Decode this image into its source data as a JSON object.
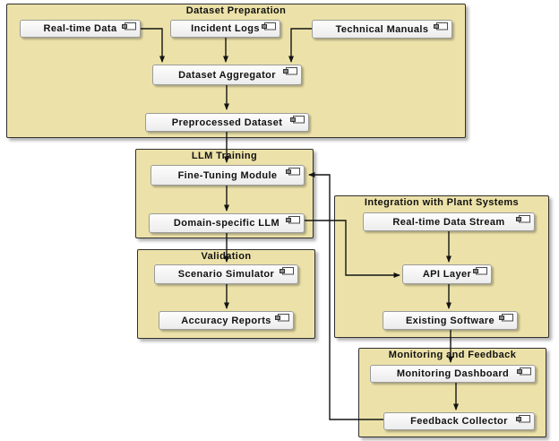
{
  "diagram_type": "component-flow-diagram",
  "groups": {
    "dataset_preparation": {
      "title": "Dataset Preparation"
    },
    "llm_training": {
      "title": "LLM Training"
    },
    "validation": {
      "title": "Validation"
    },
    "integration_with_plant_systems": {
      "title": "Integration with Plant Systems"
    },
    "monitoring_and_feedback": {
      "title": "Monitoring and Feedback"
    }
  },
  "nodes": {
    "real_time_data": {
      "label": "Real-time Data"
    },
    "incident_logs": {
      "label": "Incident Logs"
    },
    "technical_manuals": {
      "label": "Technical Manuals"
    },
    "dataset_aggregator": {
      "label": "Dataset Aggregator"
    },
    "preprocessed_dataset": {
      "label": "Preprocessed Dataset"
    },
    "fine_tuning_module": {
      "label": "Fine-Tuning Module"
    },
    "domain_specific_llm": {
      "label": "Domain-specific LLM"
    },
    "scenario_simulator": {
      "label": "Scenario Simulator"
    },
    "accuracy_reports": {
      "label": "Accuracy Reports"
    },
    "real_time_data_stream": {
      "label": "Real-time Data Stream"
    },
    "api_layer": {
      "label": "API Layer"
    },
    "existing_software": {
      "label": "Existing Software"
    },
    "monitoring_dashboard": {
      "label": "Monitoring Dashboard"
    },
    "feedback_collector": {
      "label": "Feedback Collector"
    }
  },
  "edges": [
    {
      "from": "Real-time Data",
      "to": "Dataset Aggregator"
    },
    {
      "from": "Incident Logs",
      "to": "Dataset Aggregator"
    },
    {
      "from": "Technical Manuals",
      "to": "Dataset Aggregator"
    },
    {
      "from": "Dataset Aggregator",
      "to": "Preprocessed Dataset"
    },
    {
      "from": "Preprocessed Dataset",
      "to": "Fine-Tuning Module"
    },
    {
      "from": "Fine-Tuning Module",
      "to": "Domain-specific LLM"
    },
    {
      "from": "Domain-specific LLM",
      "to": "Scenario Simulator"
    },
    {
      "from": "Scenario Simulator",
      "to": "Accuracy Reports"
    },
    {
      "from": "Domain-specific LLM",
      "to": "API Layer"
    },
    {
      "from": "Real-time Data Stream",
      "to": "API Layer"
    },
    {
      "from": "API Layer",
      "to": "Existing Software"
    },
    {
      "from": "Existing Software",
      "to": "Monitoring Dashboard"
    },
    {
      "from": "Monitoring Dashboard",
      "to": "Feedback Collector"
    },
    {
      "from": "Feedback Collector",
      "to": "Fine-Tuning Module"
    }
  ],
  "icons": {
    "component_icon": "component-icon"
  },
  "colors": {
    "background": "#ffffff",
    "group_fill": "#ece2a9",
    "group_border": "#2f2f2f",
    "node_fill": "#f7f7f7",
    "node_border": "#9b9b9b",
    "edge_line": "#141414",
    "text": "#111111"
  }
}
